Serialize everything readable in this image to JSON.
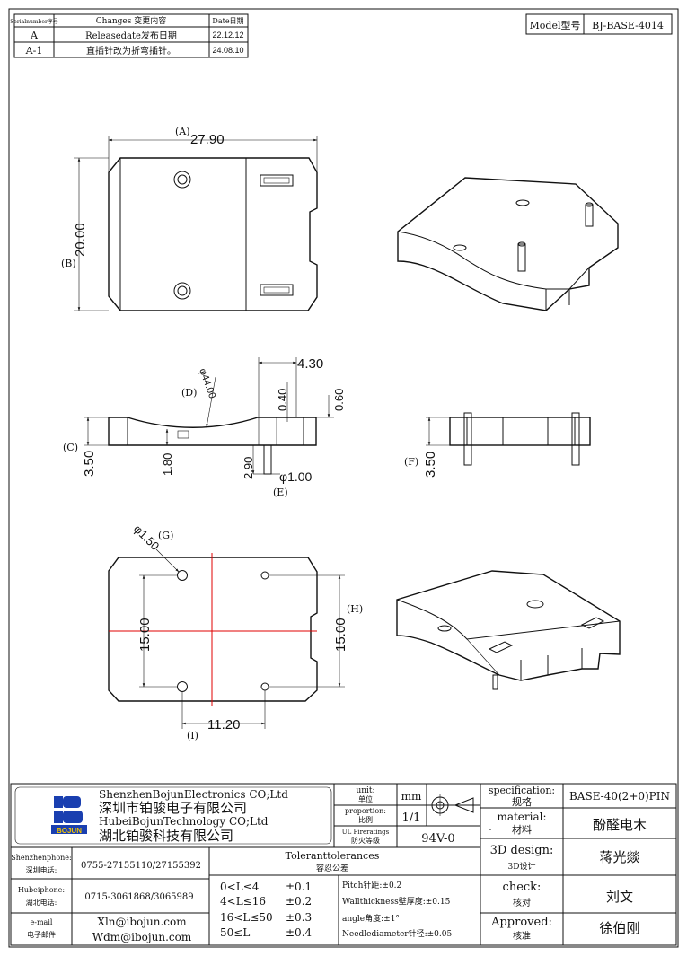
{
  "revision_table": {
    "headers": [
      "Serialnumber序号",
      "Changes 变更内容",
      "Date日期"
    ],
    "rows": [
      {
        "serial": "A",
        "change": "Releasedate发布日期",
        "date": "22.12.12"
      },
      {
        "serial": "A-1",
        "change": "直插针改为折弯插针。",
        "date": "24.08.10"
      }
    ]
  },
  "model_box": {
    "label": "Model型号",
    "value": "BJ-BASE-4014"
  },
  "dims": {
    "a_label": "(A)",
    "a_value": "27.90",
    "b_label": "(B)",
    "b_value": "20.00",
    "c_label": "(C)",
    "c_value": "3.50",
    "d_label": "(D)",
    "d_value": "φ44.00",
    "e_label": "(E)",
    "e_value": "φ1.00",
    "f_label": "(F)",
    "f_value": "3.50",
    "g_label": "(G)",
    "g_value": "φ1.50",
    "h_label": "(H)",
    "h_value": "15.00",
    "i_label": "(I)",
    "i_value": "11.20",
    "top_430": "4.30",
    "v_040": "0.40",
    "v_060": "0.60",
    "v_180": "1.80",
    "v_290": "2.90",
    "v_1500_left": "15.00"
  },
  "title_block": {
    "logo_text": "BOJUN",
    "company_en_1": "ShenzhenBojunElectronics CO;Ltd",
    "company_cn_1": "深圳市铂骏电子有限公司",
    "company_en_2": "HubeiBojunTechnology CO;Ltd",
    "company_cn_2": "湖北铂骏科技有限公司",
    "unit_label_en": "unit:",
    "unit_label_cn": "单位",
    "unit_value": "mm",
    "proportion_label_en": "proportion:",
    "proportion_label_cn": "比例",
    "proportion_value": "1/1",
    "fire_label_en": "UL Fireratings",
    "fire_label_cn": "防火等级",
    "fire_value": "94V-0",
    "spec_label_en": "specification:",
    "spec_label_cn": "规格",
    "spec_value": "BASE-40(2+0)PIN",
    "material_label_en": "material:",
    "material_label_cn": "材料",
    "material_dash": "-",
    "material_value": "酚醛电木",
    "design_label_en": "3D design:",
    "design_label_cn": "3D设计",
    "design_value": "蒋光燚",
    "check_label_en": "check:",
    "check_label_cn": "核对",
    "check_value": "刘文",
    "approved_label_en": "Approved:",
    "approved_label_cn": "核准",
    "approved_value": "徐伯刚",
    "sz_phone_label_en": "Shenzhenphone:",
    "sz_phone_label_cn": "深圳电话:",
    "sz_phone": "0755-27155110/27155392",
    "hb_phone_label_en": "Hubeiphone:",
    "hb_phone_label_cn": "湖北电话:",
    "hb_phone": "0715-3061868/3065989",
    "email_label_en": "e-mail",
    "email_label_cn": "电子邮件",
    "email_1": "Xln@ibojun.com",
    "email_2": "Wdm@ibojun.com",
    "tol_title_en": "Toleranttolerances",
    "tol_title_cn": "容忍公差",
    "tol_rows": [
      {
        "range": "0<L≤4",
        "value": "±0.1"
      },
      {
        "range": "4<L≤16",
        "value": "±0.2"
      },
      {
        "range": "16<L≤50",
        "value": "±0.3"
      },
      {
        "range": "50≤L",
        "value": "±0.4"
      }
    ],
    "pitch": "Pitch针距:±0.2",
    "wall": "Wallthickness壁厚度:±0.15",
    "angle": "angle角度:±1°",
    "needle": "Needlediameter针径:±0.05"
  },
  "colors": {
    "line": "#111111",
    "centerline": "#e00000",
    "logo_blue": "#1a3fb0",
    "logo_yellow": "#f2c400"
  }
}
